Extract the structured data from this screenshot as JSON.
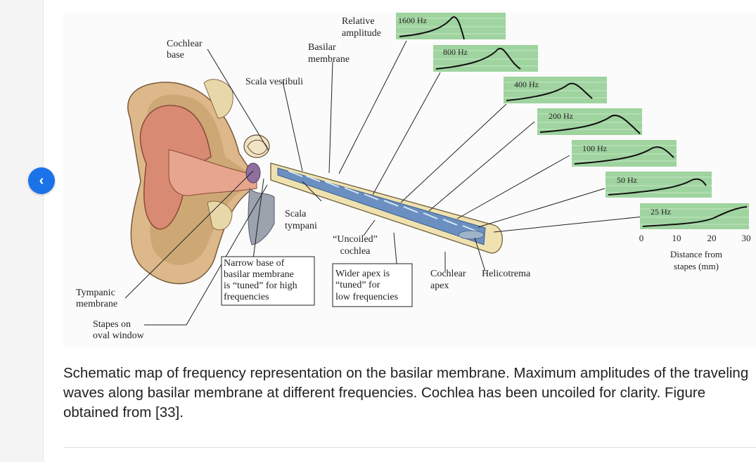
{
  "nav": {
    "back_icon": "chevron-left-icon",
    "accent": "#1a73e8"
  },
  "figure": {
    "labels": {
      "cochlear_base": [
        "Cochlear",
        "base"
      ],
      "scala_vestibuli": "Scala vestibuli",
      "basilar_membrane": [
        "Basilar",
        "membrane"
      ],
      "relative_amplitude": [
        "Relative",
        "amplitude"
      ],
      "scala_tympani": [
        "Scala",
        "tympani"
      ],
      "uncoiled_cochlea": [
        "“Uncoiled”",
        "cochlea"
      ],
      "narrow_base": [
        "Narrow base of",
        "basilar membrane",
        "is “tuned” for high",
        "frequencies"
      ],
      "wider_apex": [
        "Wider apex is",
        "“tuned” for",
        "low frequencies"
      ],
      "cochlear_apex": [
        "Cochlear",
        "apex"
      ],
      "helicotrema": "Helicotrema",
      "tympanic_membrane": [
        "Tympanic",
        "membrane"
      ],
      "stapes": [
        "Stapes on",
        "oval window"
      ]
    },
    "frequency_panels": [
      "1600 Hz",
      "800 Hz",
      "400 Hz",
      "200 Hz",
      "100 Hz",
      "50 Hz",
      "25 Hz"
    ],
    "distance_axis": {
      "ticks": [
        "0",
        "10",
        "20",
        "30"
      ],
      "label": [
        "Distance from",
        "stapes (mm)"
      ]
    },
    "colors": {
      "panel": "#9fd39f",
      "cochlea_tube": "#efe2b0",
      "membrane": "#5a7fb0",
      "ear": "#d88b72"
    }
  },
  "caption": "Schematic map of frequency representation on the basilar membrane. Maximum amplitudes of the traveling waves along basilar membrane at different frequencies. Cochlea has been uncoiled for clarity. Figure obtained from [33]."
}
